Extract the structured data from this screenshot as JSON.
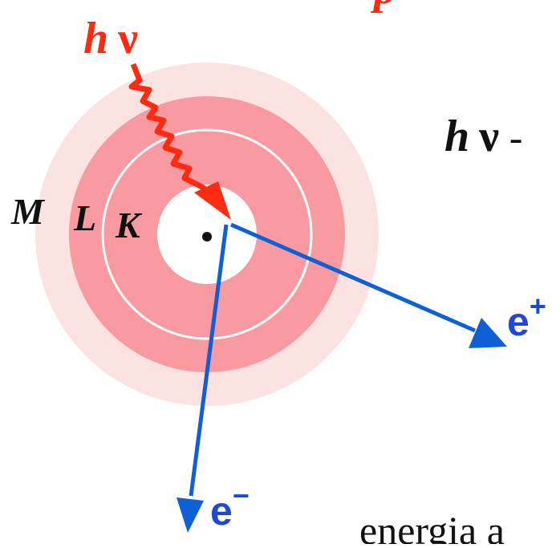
{
  "colors": {
    "photon": "#ff2a12",
    "particle_arrow": "#0f5fd6",
    "particle_label": "#1f48d6",
    "outer_halo": "#fde2e2",
    "shell_ring": "#f99aa0",
    "shell_line": "#ffffff",
    "text": "#111111"
  },
  "photon": {
    "label_h": "h",
    "label_nu": "ν",
    "icon": "zigzag-arrow-icon"
  },
  "shells": {
    "M": "M",
    "L": "L",
    "K": "K"
  },
  "nucleus": {
    "icon": "dot-icon"
  },
  "particles": {
    "positron": {
      "base": "e",
      "sup": "+"
    },
    "electron": {
      "base": "e",
      "sup": "−"
    }
  },
  "right_text": {
    "equation_h": "h",
    "equation_nu": "ν",
    "equation_rest": " -",
    "bottom_line": "energia a"
  },
  "top_fragment": "p"
}
